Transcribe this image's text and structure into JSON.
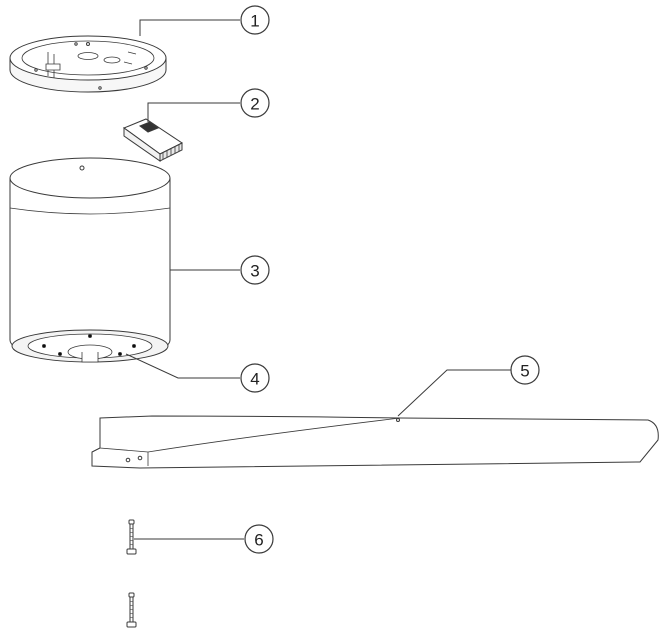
{
  "colors": {
    "stroke": "#3a3a3a",
    "fill": "#ffffff",
    "shade": "#f2f2f2",
    "dark": "#333333"
  },
  "callouts": [
    {
      "label": "1"
    },
    {
      "label": "2"
    },
    {
      "label": "3"
    },
    {
      "label": "4"
    },
    {
      "label": "5"
    },
    {
      "label": "6"
    }
  ]
}
